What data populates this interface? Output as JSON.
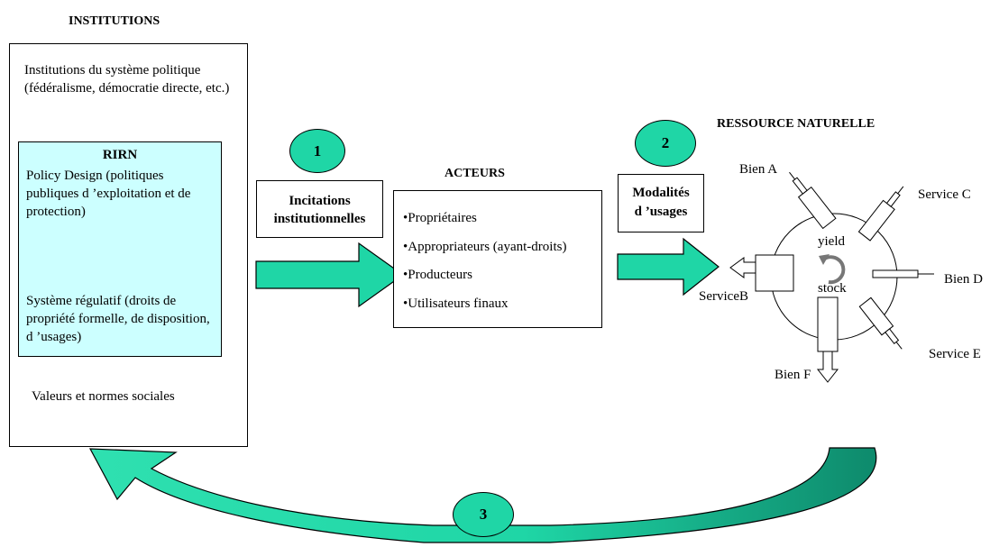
{
  "institutions": {
    "header": "INSTITUTIONS",
    "political": "Institutions du système politique (fédéralisme, démocratie directe, etc.)",
    "rirn": {
      "title": "RIRN",
      "policy": "Policy Design (politiques publiques d ’exploitation et de protection)",
      "regulatory": "Système régulatif (droits de propriété formelle, de disposition, d ’usages)"
    },
    "values": "Valeurs et normes sociales"
  },
  "step1": {
    "number": "1",
    "label_line1": "Incitations",
    "label_line2": "institutionnelles"
  },
  "acteurs": {
    "header": "ACTEURS",
    "items": [
      "•Propriétaires",
      "•Appropriateurs (ayant-droits)",
      "•Producteurs",
      "•Utilisateurs finaux"
    ]
  },
  "step2": {
    "number": "2",
    "label_line1": "Modalités",
    "label_line2": "d ’usages"
  },
  "ressource": {
    "header": "RESSOURCE NATURELLE",
    "yield": "yield",
    "stock": "stock",
    "outputs": {
      "bien_a": "Bien A",
      "service_c": "Service C",
      "bien_d": "Bien D",
      "service_e": "Service E",
      "bien_f": "Bien F",
      "service_b": "ServiceB"
    }
  },
  "step3": {
    "number": "3"
  },
  "colors": {
    "arrow_green": "#1fd6a6",
    "arrow_green_dark": "#0e9a78",
    "rirn_fill": "#ccffff"
  }
}
